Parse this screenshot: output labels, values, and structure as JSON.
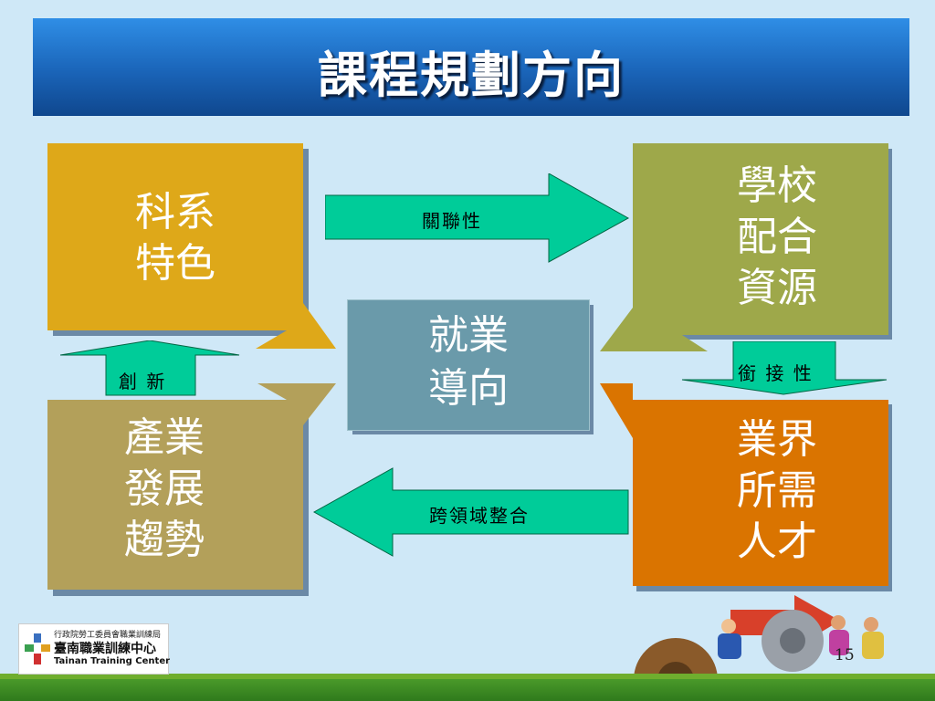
{
  "slide": {
    "title": "課程規劃方向",
    "page_number": "15"
  },
  "boxes": {
    "top_left": {
      "text": "科系\n特色",
      "color": "#dea819"
    },
    "top_right": {
      "text": "學校\n配合\n資源",
      "color": "#9ea84a"
    },
    "bottom_left": {
      "text": "產業\n發展\n趨勢",
      "color": "#b3a05a"
    },
    "bottom_right": {
      "text": "業界\n所需\n人才",
      "color": "#da7400"
    },
    "center": {
      "text": "就業\n導向",
      "color": "#6a9aaa"
    }
  },
  "arrows": {
    "top": {
      "label": "關聯性",
      "color": "#00cc99"
    },
    "right": {
      "label": "銜 接 性",
      "color": "#00cc99"
    },
    "bottom": {
      "label": "跨領域整合",
      "color": "#00cc99"
    },
    "left": {
      "label": "創 新",
      "color": "#00cc99"
    }
  },
  "logo": {
    "line1": "行政院勞工委員會職業訓練局",
    "line2": "臺南職業訓練中心",
    "line3": "Tainan Training Center"
  }
}
